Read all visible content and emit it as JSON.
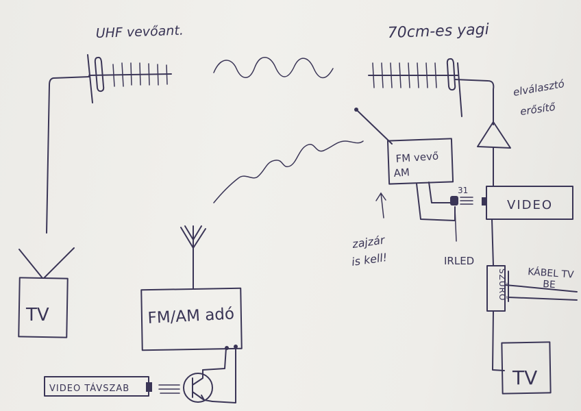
{
  "labels": {
    "uhf_antenna": "UHF vevőant.",
    "yagi": "70cm-es yagi",
    "splitter_amp_line1": "elválasztó",
    "splitter_amp_line2": "erősítő",
    "fm_receiver_line1": "FM vevő",
    "fm_receiver_line2": "AM",
    "video": "VIDEO",
    "pin_number": "31",
    "irled": "IRLED",
    "squelch_line1": "zajzár",
    "squelch_line2": "is kell!",
    "cable_tv_line1": "KÁBEL TV",
    "cable_tv_line2": "BE",
    "filter": "SZŰRŐ",
    "tv_left": "TV",
    "tv_right": "TV",
    "fm_am_transmitter": "FM/AM adó",
    "video_remote": "VIDEO TÁVSZAB"
  },
  "colors": {
    "ink": "#3a3556",
    "paper": "#efeeea"
  }
}
